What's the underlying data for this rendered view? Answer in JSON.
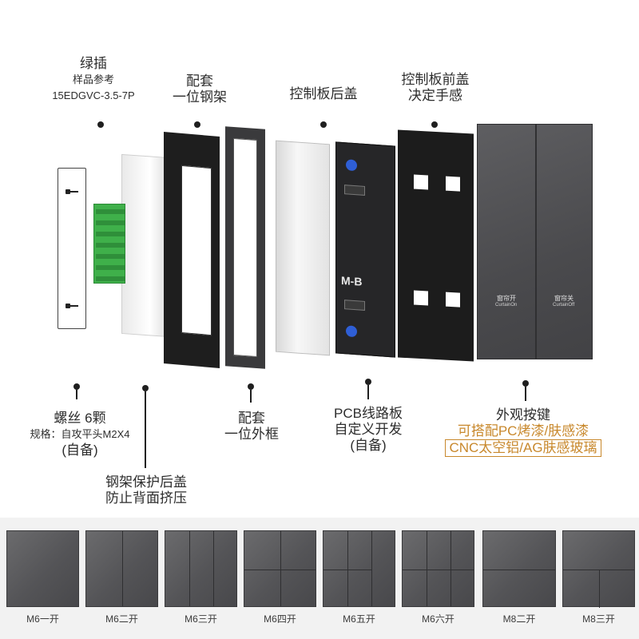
{
  "labels": {
    "terminal": {
      "title": "绿插",
      "line2": "样品参考",
      "line3": "15EDGVC-3.5-7P"
    },
    "bracket": {
      "line1": "配套",
      "line2": "一位钢架"
    },
    "back_cover": {
      "line1": "控制板后盖"
    },
    "front_cover": {
      "line1": "控制板前盖",
      "line2": "决定手感"
    },
    "screws": {
      "line1": "螺丝 6颗",
      "line2": "规格：自攻平头M2X4",
      "line3": "(自备)"
    },
    "bracket_cover": {
      "line1": "钢架保护后盖",
      "line2": "防止背面挤压"
    },
    "outer_frame": {
      "line1": "配套",
      "line2": "一位外框"
    },
    "pcb": {
      "line1": "PCB线路板",
      "line2": "自定义开发",
      "line3": "(自备)"
    },
    "keys": {
      "line1": "外观按键",
      "line2": "可搭配PC烤漆/肤感漆",
      "line3": "CNC太空铝/AG肤感玻璃"
    }
  },
  "pcb_marking": "M-B",
  "key_panel": {
    "left_text": "窗帘开",
    "left_sub": "CurtainOn",
    "right_text": "窗帘关",
    "right_sub": "CurtainOff"
  },
  "variants": [
    {
      "caption": "M6一开"
    },
    {
      "caption": "M6二开"
    },
    {
      "caption": "M6三开"
    },
    {
      "caption": "M6四开"
    },
    {
      "caption": "M6五开"
    },
    {
      "caption": "M6六开"
    },
    {
      "caption": "M8二开"
    },
    {
      "caption": "M8三开"
    }
  ],
  "colors": {
    "accent": "#c8882c",
    "panel": "#505053",
    "frame": "#1e1e1e",
    "terminal_green": "#3fb04a"
  }
}
